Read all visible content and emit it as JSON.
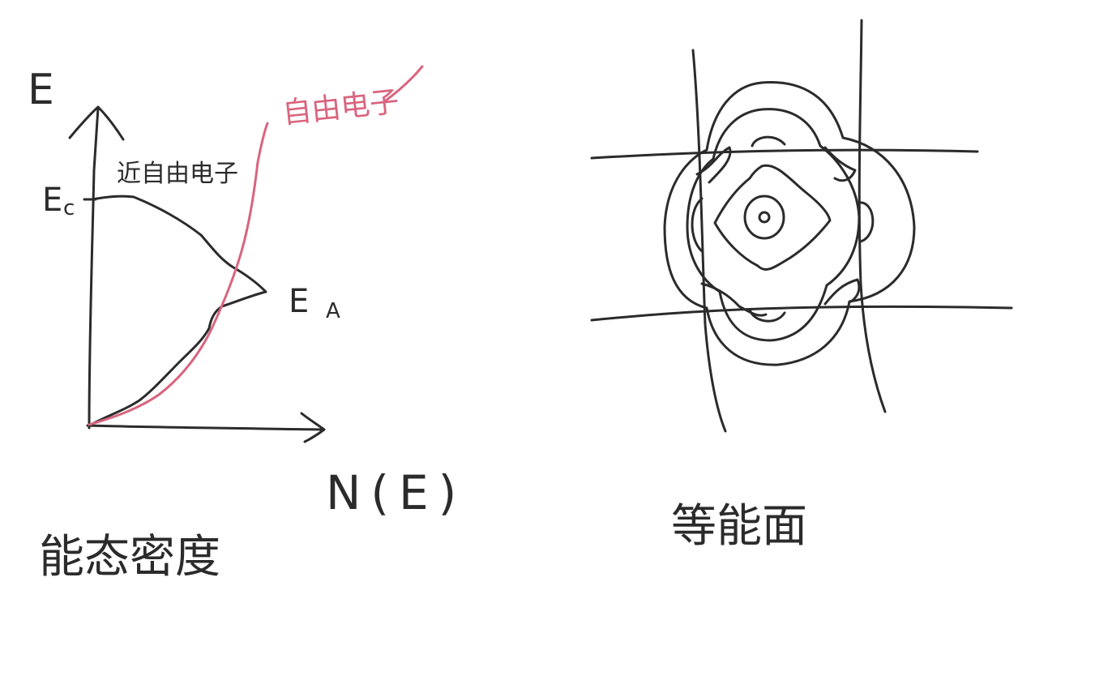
{
  "colors": {
    "ink": "#2b2b2b",
    "red_ink": "#d9647e",
    "background": "#ffffff"
  },
  "left_diagram": {
    "y_axis_label": "E",
    "x_axis_label": "N(E)",
    "ec_label_main": "E",
    "ec_label_sub": "c",
    "ea_label_main": "E",
    "ea_label_sub": "A",
    "black_curve_label": "近自由电子",
    "red_curve_label": "自由电子",
    "caption": "能态密度"
  },
  "right_diagram": {
    "caption": "等能面"
  }
}
